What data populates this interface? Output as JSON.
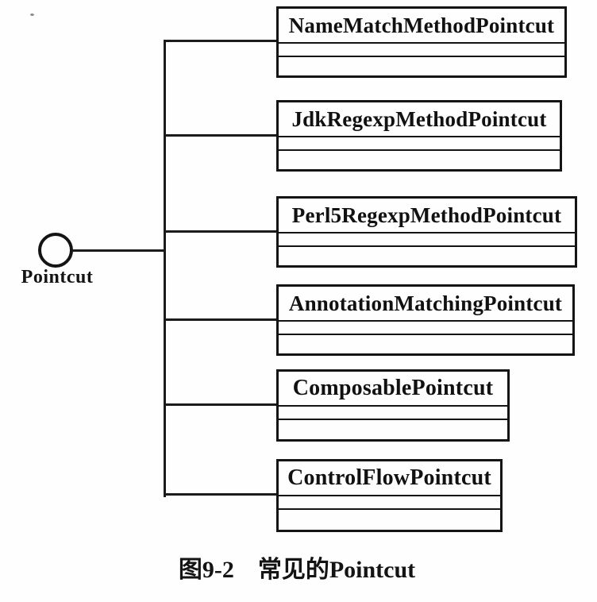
{
  "figure": {
    "interface": {
      "label": "Pointcut"
    },
    "classes": [
      {
        "name": "NameMatchMethodPointcut"
      },
      {
        "name": "JdkRegexpMethodPointcut"
      },
      {
        "name": "Perl5RegexpMethodPointcut"
      },
      {
        "name": "AnnotationMatchingPointcut"
      },
      {
        "name": "ComposablePointcut"
      },
      {
        "name": "ControlFlowPointcut"
      }
    ],
    "caption": {
      "figure_number": "图9-2",
      "title": "常见的Pointcut"
    }
  },
  "colors": {
    "ink": "#141414",
    "background": "#fefefe"
  }
}
